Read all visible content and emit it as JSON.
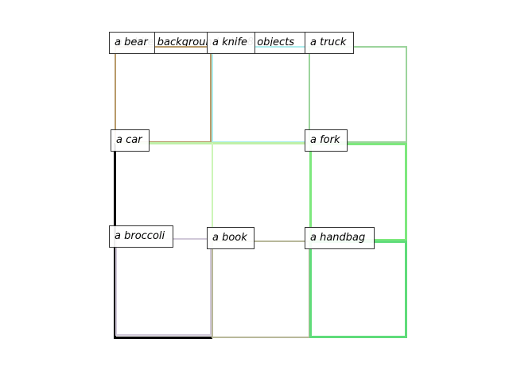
{
  "caption": "a white background with 8 objects",
  "colors": {
    "bear": "#b89a6a",
    "knife": "#aeeeee",
    "truck": "#9cd49c",
    "car": "#000000",
    "car_top": "#bff0a8",
    "fork": "#7de87d",
    "broccoli": "#d0c8d8",
    "book": "#b8b89a",
    "handbag": "#5fdc7a",
    "grid_cell_green": "#ccf5b8"
  },
  "objects": [
    {
      "id": "bear",
      "label": "a bear"
    },
    {
      "id": "knife",
      "label": "a knife"
    },
    {
      "id": "truck",
      "label": "a truck"
    },
    {
      "id": "car",
      "label": "a car"
    },
    {
      "id": "fork",
      "label": "a fork"
    },
    {
      "id": "broccoli",
      "label": "a broccoli"
    },
    {
      "id": "book",
      "label": "a book"
    },
    {
      "id": "handbag",
      "label": "a handbag"
    }
  ]
}
